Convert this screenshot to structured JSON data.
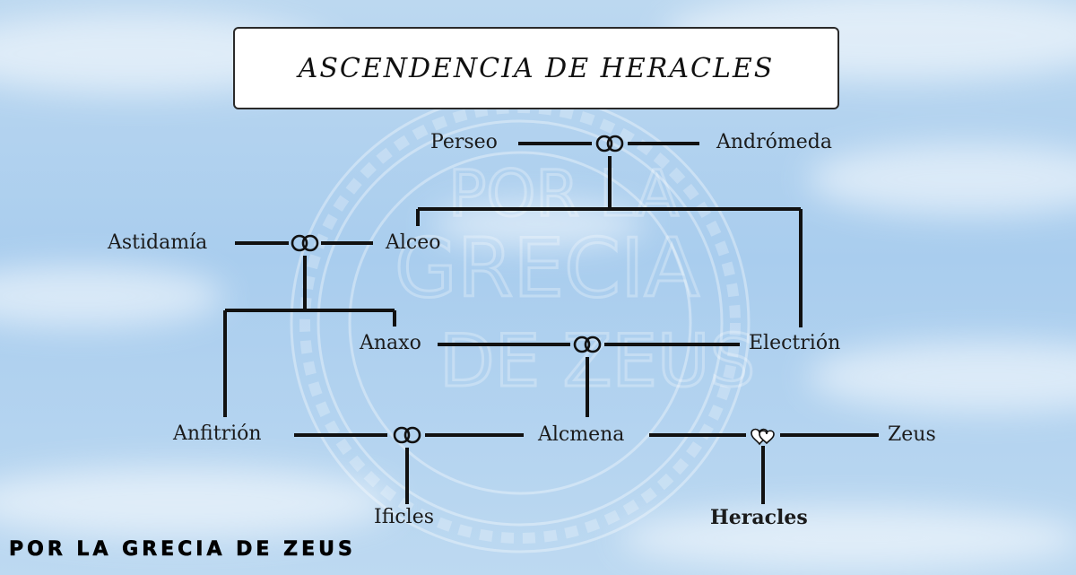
{
  "title": "ASCENDENCIA DE HERACLES",
  "watermark_text": "POR LA GRECIA DE ZEUS",
  "footer": "POR LA GRECIA DE ZEUS",
  "people": {
    "perseo": "Perseo",
    "andromeda": "Andrómeda",
    "astidamia": "Astidamía",
    "alceo": "Alceo",
    "anaxo": "Anaxo",
    "electrion": "Electrión",
    "anfitrion": "Anfitrión",
    "alcmena": "Alcmena",
    "zeus": "Zeus",
    "ificles": "Ificles",
    "heracles": "Heracles"
  },
  "unions": [
    {
      "partners": [
        "Perseo",
        "Andrómeda"
      ],
      "symbol": "rings-icon",
      "children": [
        "Alceo",
        "Electrión"
      ]
    },
    {
      "partners": [
        "Astidamía",
        "Alceo"
      ],
      "symbol": "rings-icon",
      "children": [
        "Anfitrión",
        "Anaxo"
      ]
    },
    {
      "partners": [
        "Anaxo",
        "Electrión"
      ],
      "symbol": "rings-icon",
      "children": [
        "Alcmena"
      ]
    },
    {
      "partners": [
        "Anfitrión",
        "Alcmena"
      ],
      "symbol": "rings-icon",
      "children": [
        "Ificles"
      ]
    },
    {
      "partners": [
        "Alcmena",
        "Zeus"
      ],
      "symbol": "hearts-icon",
      "children": [
        "Heracles"
      ]
    }
  ],
  "colors": {
    "sky": "#a9cdee",
    "line": "#111111",
    "title_bg": "#ffffff"
  }
}
